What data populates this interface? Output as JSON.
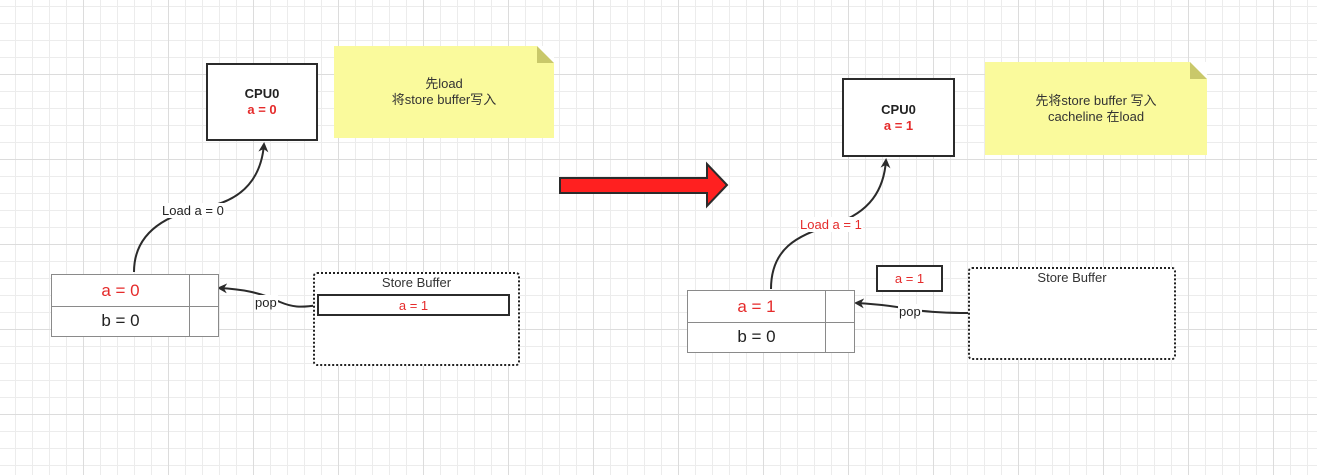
{
  "left": {
    "cpu": {
      "title": "CPU0",
      "value": "a = 0"
    },
    "note": {
      "line1": "先load",
      "line2": "将store buffer写入"
    },
    "load_label": "Load a = 0",
    "cache": {
      "row1": "a = 0",
      "row2": "b = 0"
    },
    "pop_label": "pop",
    "store_buffer": {
      "title": "Store Buffer",
      "entries": [
        "a = 1"
      ]
    }
  },
  "transition_arrow": {
    "icon": "right-arrow-icon",
    "color": "#ff2020"
  },
  "right": {
    "cpu": {
      "title": "CPU0",
      "value": "a = 1"
    },
    "note": {
      "line1": "先将store buffer 写入",
      "line2": "cacheline 在load"
    },
    "load_label": "Load a = 1",
    "popped_entry": "a = 1",
    "cache": {
      "row1": "a = 1",
      "row2": "b = 0"
    },
    "pop_label": "pop",
    "store_buffer": {
      "title": "Store Buffer",
      "entries": []
    }
  },
  "colors": {
    "highlight": "#e52b2b",
    "note_bg": "#fafa9c",
    "arrow_fill": "#ff2020"
  }
}
